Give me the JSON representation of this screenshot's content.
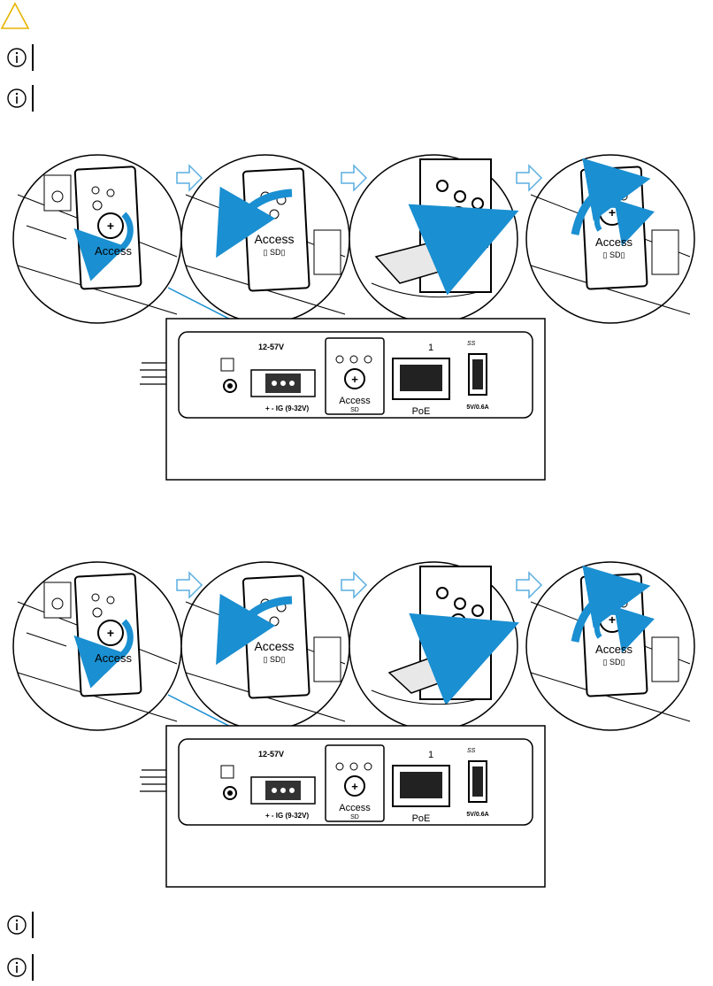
{
  "notes": [
    {
      "icon": "caution-icon"
    },
    {
      "icon": "info-icon"
    },
    {
      "icon": "info-icon"
    },
    {
      "icon": "info-icon"
    },
    {
      "icon": "info-icon"
    }
  ],
  "figures": [
    {
      "card": "sd",
      "panel": {
        "power_label": "12-57V",
        "power_sub": "+   -   IG (9-32V)",
        "access_label": "Access",
        "access_sub": "SD",
        "lan_num": "1",
        "poe_label": "PoE",
        "usb_label": "5V/0.6A",
        "usb_logo": "SS"
      },
      "bubble_access_label": "Access",
      "bubble_access_sub": "SD"
    },
    {
      "card": "microsd",
      "panel": {
        "power_label": "12-57V",
        "power_sub": "+   -   IG (9-32V)",
        "access_label": "Access",
        "access_sub": "SD",
        "lan_num": "1",
        "poe_label": "PoE",
        "usb_label": "5V/0.6A",
        "usb_logo": "SS"
      },
      "bubble_access_label": "Access",
      "bubble_access_sub": "SD"
    }
  ],
  "colors": {
    "accent": "#1a8fd1",
    "caution": "#e8b400",
    "line": "#000000"
  }
}
